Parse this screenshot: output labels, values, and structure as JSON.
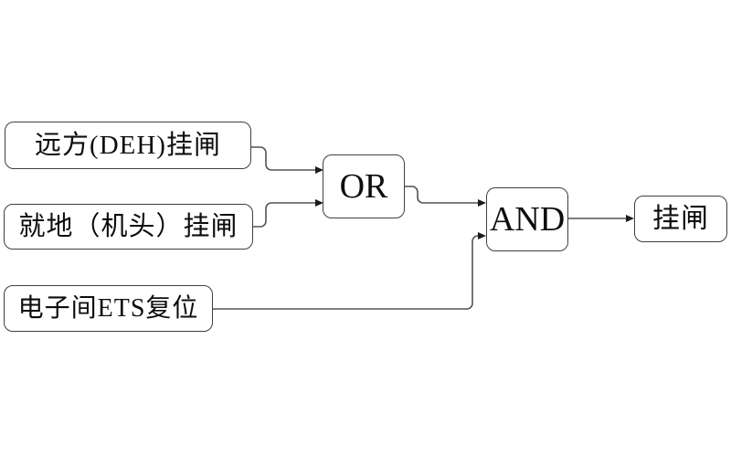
{
  "diagram": {
    "type": "logic-flowchart",
    "background_color": "#ffffff",
    "box_border_color": "#3f3f3f",
    "connector_color": "#545454",
    "text_color": "#0d0d0d",
    "nodes": [
      {
        "id": "input-remote-deh",
        "label": "远方(DEH)挂闸",
        "role": "input"
      },
      {
        "id": "input-local-head",
        "label": "就地（机头）挂闸",
        "role": "input"
      },
      {
        "id": "input-ets-reset",
        "label": "电子间ETS复位",
        "role": "input"
      },
      {
        "id": "or-gate",
        "label": "OR",
        "role": "logic-gate"
      },
      {
        "id": "and-gate",
        "label": "AND",
        "role": "logic-gate"
      },
      {
        "id": "output-latch",
        "label": "挂闸",
        "role": "output"
      }
    ],
    "edges": [
      {
        "from": "input-remote-deh",
        "to": "or-gate"
      },
      {
        "from": "input-local-head",
        "to": "or-gate"
      },
      {
        "from": "or-gate",
        "to": "and-gate"
      },
      {
        "from": "input-ets-reset",
        "to": "and-gate"
      },
      {
        "from": "and-gate",
        "to": "output-latch"
      }
    ]
  }
}
